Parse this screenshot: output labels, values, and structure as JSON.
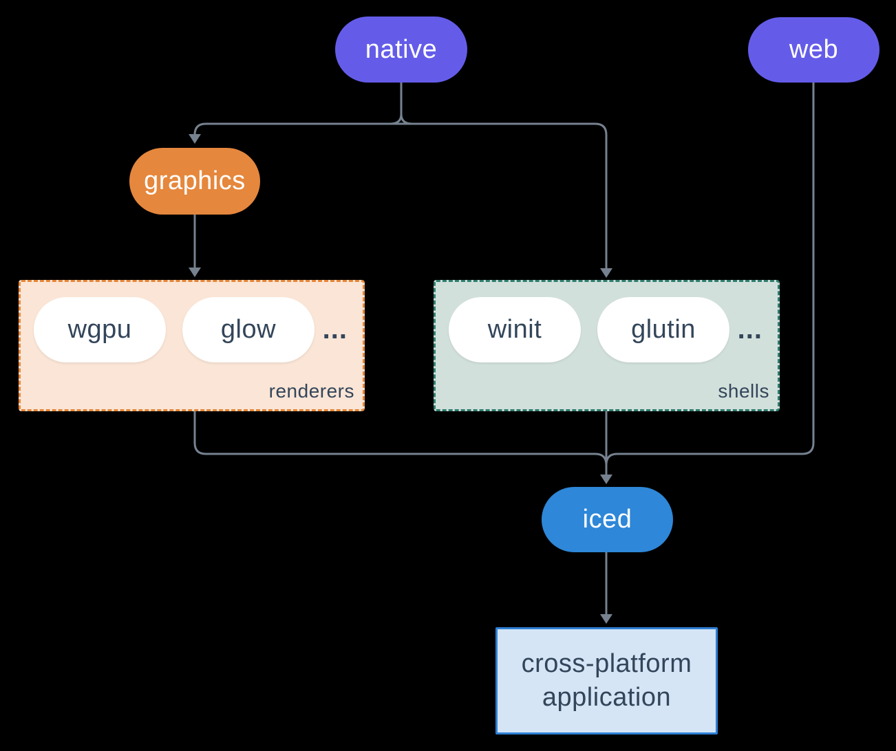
{
  "diagram": {
    "nodes": {
      "native": {
        "label": "native"
      },
      "web": {
        "label": "web"
      },
      "graphics": {
        "label": "graphics"
      },
      "iced": {
        "label": "iced"
      },
      "app": {
        "label": "cross-platform application"
      }
    },
    "groups": {
      "renderers": {
        "label": "renderers",
        "items": [
          "wgpu",
          "glow"
        ],
        "ellipsis": "..."
      },
      "shells": {
        "label": "shells",
        "items": [
          "winit",
          "glutin"
        ],
        "ellipsis": "..."
      }
    },
    "colors": {
      "bg": "#000000",
      "purple": "#645CE9",
      "orange": "#E5873D",
      "blue": "#2E87D8",
      "line": "#76828F",
      "dark": "#33455A",
      "white": "#FFFFFF",
      "peach-bg": "#FAE5D6",
      "peach-border": "#E58638",
      "teal-bg": "#D2E0DB",
      "teal-border": "#2E7D6E",
      "app-bg": "#D5E5F6",
      "app-border": "#2E7FD4"
    }
  }
}
